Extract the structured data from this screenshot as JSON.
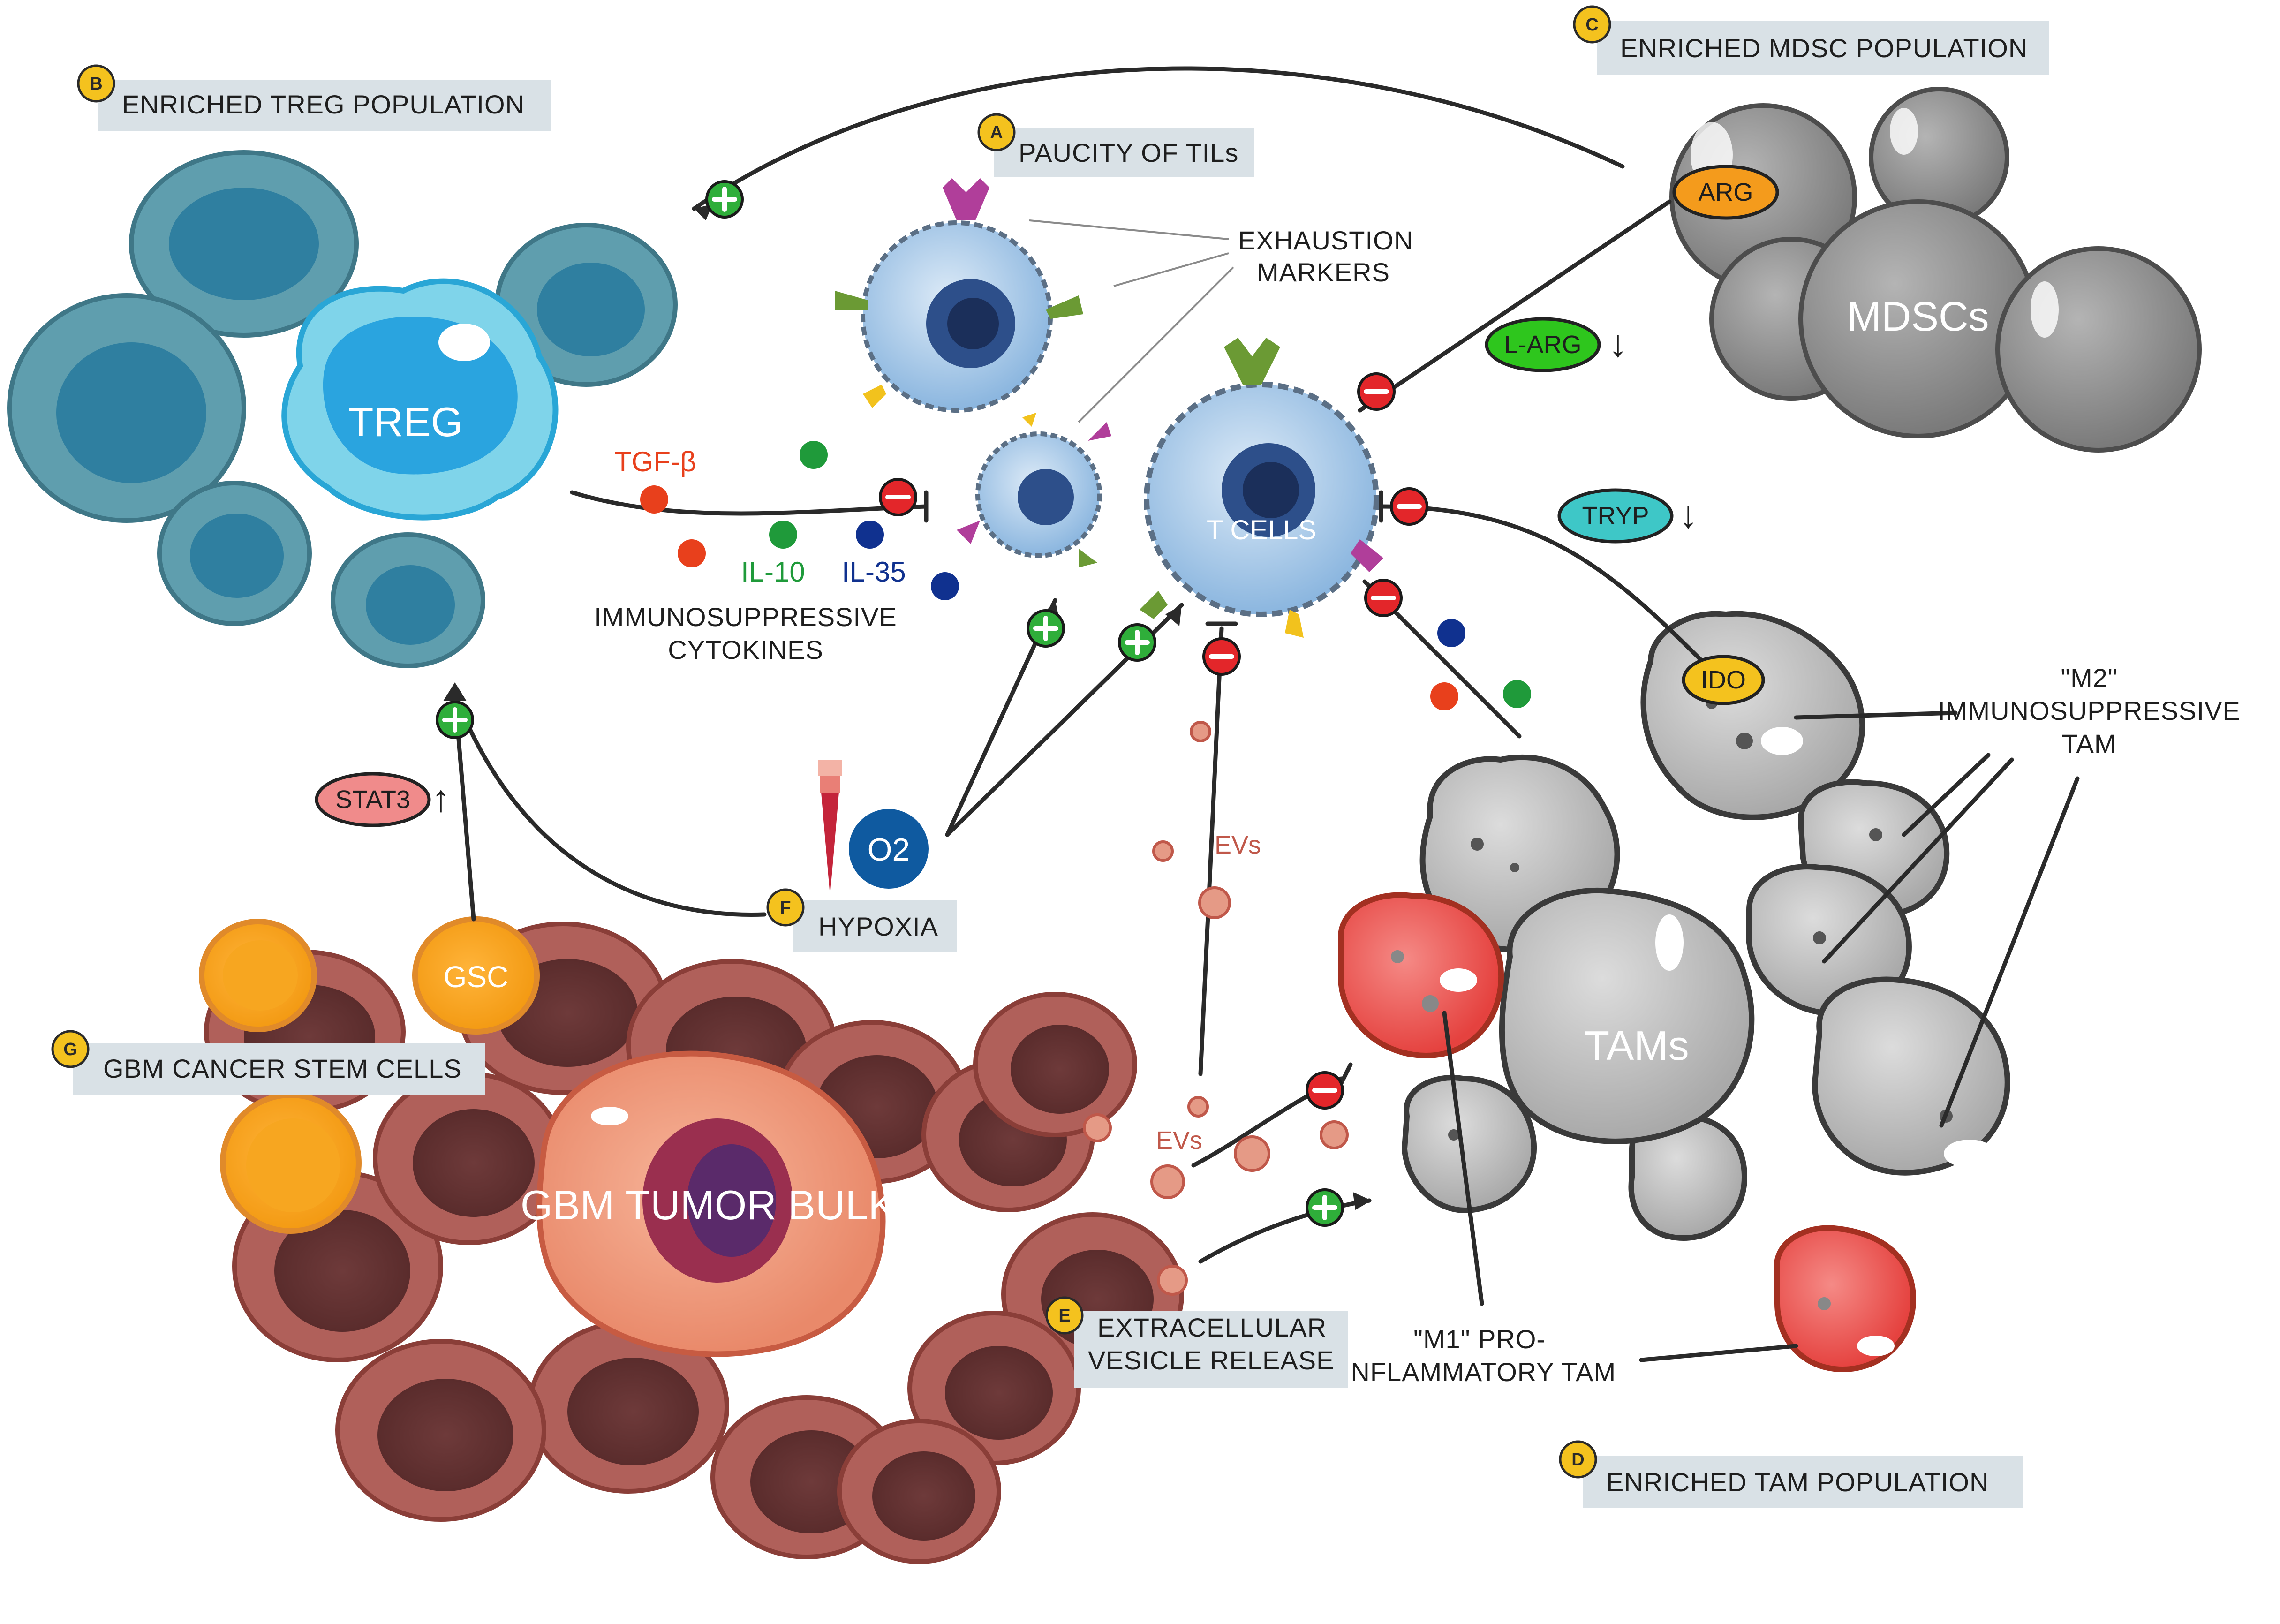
{
  "labels": {
    "a": {
      "letter": "A",
      "text": "PAUCITY OF TILs"
    },
    "b": {
      "letter": "B",
      "text": "ENRICHED TREG POPULATION"
    },
    "c": {
      "letter": "C",
      "text": "ENRICHED MDSC POPULATION"
    },
    "d": {
      "letter": "D",
      "text": "ENRICHED TAM POPULATION"
    },
    "e": {
      "letter": "E",
      "text_line1": "EXTRACELLULAR",
      "text_line2": "VESICLE RELEASE"
    },
    "f": {
      "letter": "F",
      "text": "HYPOXIA"
    },
    "g": {
      "letter": "G",
      "text": "GBM CANCER STEM CELLS"
    }
  },
  "cells": {
    "treg": "TREG",
    "mdsc": "MDSCs",
    "tcells": "T CELLS",
    "tams": "TAMs",
    "tumor": "GBM TUMOR BULK",
    "gsc": "GSC"
  },
  "markers": {
    "exhaustion_line1": "EXHAUSTION",
    "exhaustion_line2": "MARKERS",
    "arg": "ARG",
    "larg": "L-ARG",
    "tryp": "TRYP",
    "ido": "IDO",
    "stat3": "STAT3",
    "o2": "O2",
    "evs_upper": "EVs",
    "evs_lower": "EVs",
    "down_arrow": "↓",
    "up_arrow": "↑"
  },
  "cytokines": {
    "tgf": "TGF-β",
    "il10": "IL-10",
    "il35": "IL-35",
    "caption_line1": "IMMUNOSUPPRESSIVE",
    "caption_line2": "CYTOKINES"
  },
  "tam_labels": {
    "m2_line1": "\"M2\"",
    "m2_line2": "IMMUNOSUPPRESSIVE",
    "m2_line3": "TAM",
    "m1_line1": "\"M1\" PRO-",
    "m1_line2": "INFLAMMATORY TAM"
  },
  "colors": {
    "tgf": "#e8401c",
    "il10": "#1f9a3a",
    "il35": "#10318f",
    "positive": "#2fae3a",
    "negative": "#e3262a",
    "badge": "#f4c21e",
    "label_box": "#d9e1e6"
  }
}
